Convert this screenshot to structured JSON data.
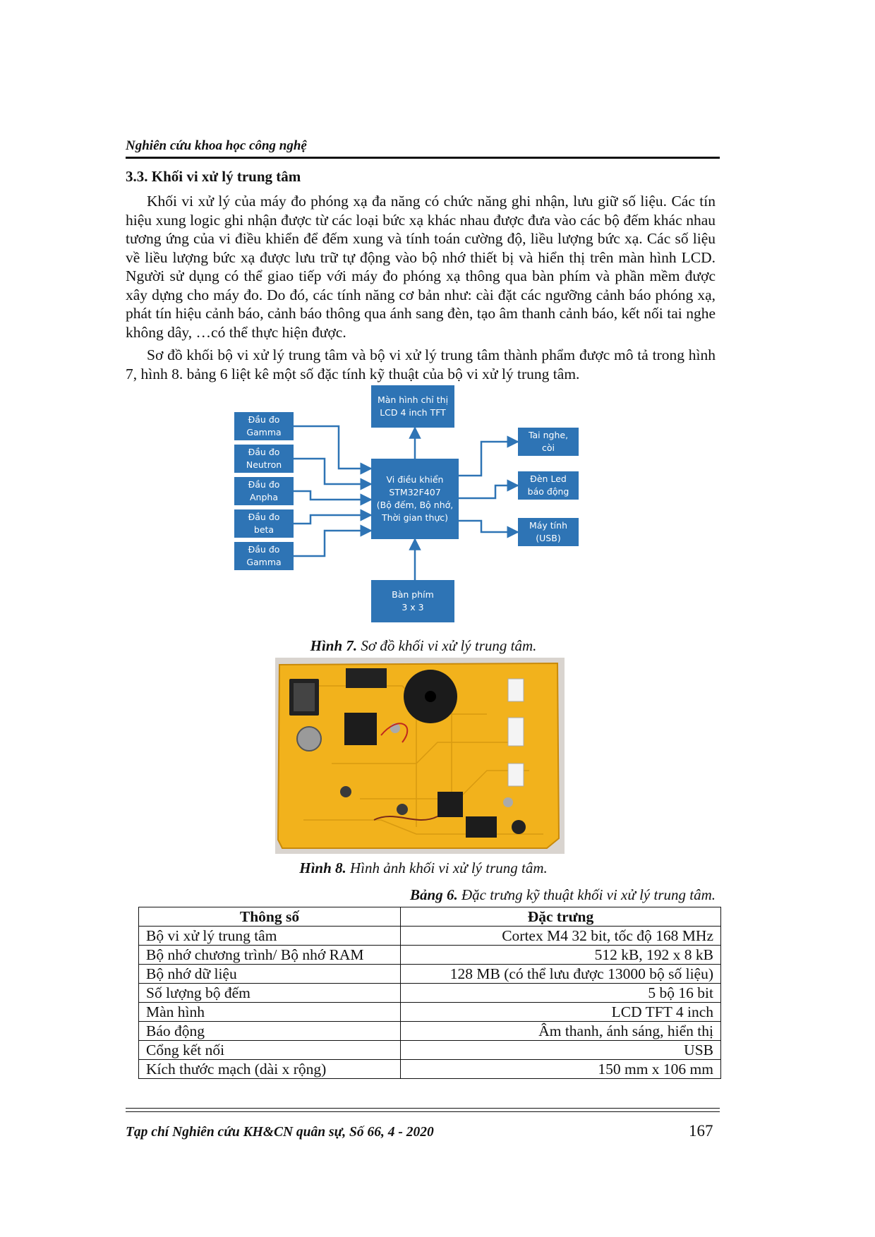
{
  "header": {
    "running_title": "Nghiên cứu khoa học công nghệ"
  },
  "section": {
    "title": "3.3. Khối vi xử lý trung tâm"
  },
  "paragraphs": [
    "Khối vi xử lý của máy đo phóng xạ đa năng có chức năng ghi nhận, lưu giữ số liệu. Các tín hiệu xung logic ghi nhận được từ các loại bức xạ khác nhau được đưa vào các bộ đếm khác nhau tương ứng của vi điều khiển để đếm xung và tính toán cường độ, liều lượng bức xạ. Các số liệu về liều lượng bức xạ được lưu trữ tự động vào bộ nhớ thiết bị và hiển thị trên màn hình LCD. Người sử dụng có thể giao tiếp với máy đo phóng xạ thông qua bàn phím và phần mềm được xây dựng cho máy đo. Do đó, các tính năng cơ bản như: cài đặt các ngưỡng cảnh báo phóng xạ, phát tín hiệu cảnh báo, cảnh báo thông qua ánh sang đèn, tạo âm thanh cảnh báo, kết nối tai nghe không dây, …có thể thực hiện được.",
    "Sơ đồ khối bộ vi xử lý trung tâm và bộ vi xử lý trung tâm thành phẩm được mô tả trong hình 7, hình 8. bảng 6 liệt kê một số đặc tính kỹ thuật của bộ vi xử lý trung tâm."
  ],
  "diagram": {
    "box_color": "#2e74b5",
    "arrow_color": "#2e74b5",
    "inputs": [
      [
        "Đầu đo",
        "Gamma"
      ],
      [
        "Đầu đo",
        "Neutron"
      ],
      [
        "Đầu đo",
        "Anpha"
      ],
      [
        "Đầu đo",
        "beta"
      ],
      [
        "Đầu đo",
        "Gamma"
      ]
    ],
    "display": [
      "Màn hình chỉ thị",
      "LCD 4 inch TFT"
    ],
    "mcu": [
      "Vi điều khiển",
      "STM32F407",
      "(Bộ đếm, Bộ nhớ,",
      "Thời gian thực)"
    ],
    "keypad": [
      "Bàn phím",
      "3 x 3"
    ],
    "outputs": [
      [
        "Tai nghe,",
        "còi"
      ],
      [
        "Đèn Led",
        "báo động"
      ],
      [
        "Máy tính",
        "(USB)"
      ]
    ]
  },
  "figure7": {
    "label": "Hình 7.",
    "caption": " Sơ đồ khối vi xử lý trung tâm."
  },
  "figure8": {
    "label": "Hình 8.",
    "caption": " Hình ảnh khối vi xử lý trung tâm."
  },
  "table6": {
    "label": "Bảng 6.",
    "caption": " Đặc trưng kỹ thuật khối vi xử lý trung tâm.",
    "headers": [
      "Thông số",
      "Đặc trưng"
    ],
    "rows": [
      [
        "Bộ vi xử lý trung tâm",
        "Cortex M4 32 bit, tốc độ 168 MHz"
      ],
      [
        "Bộ nhớ chương trình/ Bộ nhớ RAM",
        "512 kB, 192 x 8 kB"
      ],
      [
        "Bộ nhớ dữ liệu",
        "128 MB (có thể lưu được 13000 bộ số liệu)"
      ],
      [
        "Số lượng bộ đếm",
        "5 bộ 16 bit"
      ],
      [
        "Màn hình",
        "LCD TFT 4 inch"
      ],
      [
        "Báo động",
        "Âm thanh, ánh sáng, hiển thị"
      ],
      [
        "Cổng kết nối",
        "USB"
      ],
      [
        "Kích thước mạch (dài x rộng)",
        "150 mm x 106 mm"
      ]
    ]
  },
  "footer": {
    "journal": "Tạp chí Nghiên cứu KH&CN quân sự, Số 66, 4 - 2020",
    "page_number": "167"
  }
}
